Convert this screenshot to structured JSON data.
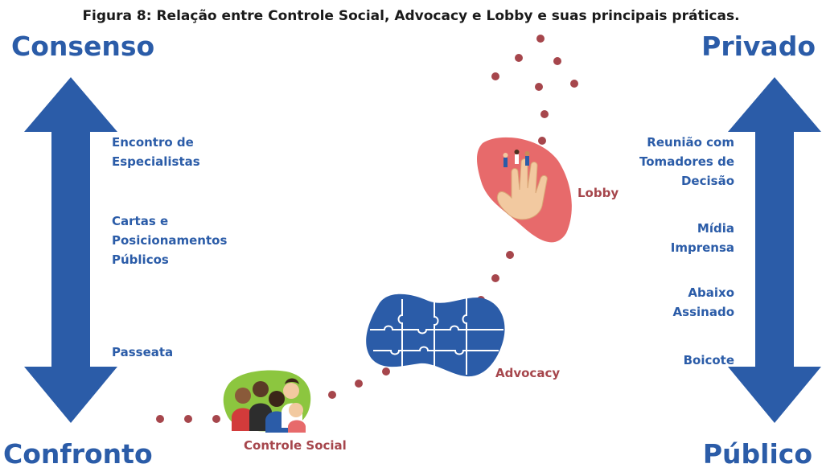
{
  "caption": "Figura 8: Relação entre Controle Social, Advocacy e Lobby e suas principais práticas.",
  "axes": {
    "left_top": "Consenso",
    "left_bottom": "Confronto",
    "right_top": "Privado",
    "right_bottom": "Público"
  },
  "left_practices": [
    {
      "lines": [
        "Encontro de",
        "Especialistas"
      ]
    },
    {
      "lines": [
        "Cartas e",
        "Posicionamentos",
        "Públicos"
      ]
    },
    {
      "lines": [
        "Passeata"
      ]
    }
  ],
  "right_practices": [
    {
      "lines": [
        "Reunião com",
        "Tomadores de",
        "Decisão"
      ]
    },
    {
      "lines": [
        "Mídia",
        "Imprensa"
      ]
    },
    {
      "lines": [
        "Abaixo",
        "Assinado"
      ]
    },
    {
      "lines": [
        "Boicote"
      ]
    }
  ],
  "nodes": {
    "controle_social": "Controle Social",
    "advocacy": "Advocacy",
    "lobby": "Lobby"
  },
  "colors": {
    "arrow_blue": "#2b5ca8",
    "text_blue": "#2b5ca8",
    "dot_red": "#a6464c",
    "lobby_blob": "#e76a6b",
    "advocacy_blob": "#2b5ca8",
    "social_blob": "#8cc63f"
  }
}
